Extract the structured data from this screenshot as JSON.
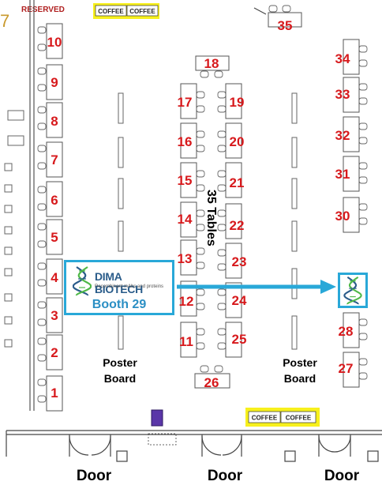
{
  "header": {
    "reserved_label": "RESERVED"
  },
  "coffee_labels_top": [
    "COFFEE",
    "COFFEE"
  ],
  "coffee_labels_bottom": [
    "COFFEE",
    "COFFEE"
  ],
  "tables": {
    "left_column": [
      "10",
      "9",
      "8",
      "7",
      "6",
      "5",
      "4",
      "3",
      "2",
      "1"
    ],
    "center_left_column": [
      "17",
      "16",
      "15",
      "14",
      "13",
      "12",
      "11"
    ],
    "center_right_column": [
      "19",
      "20",
      "21",
      "22",
      "23",
      "24",
      "25"
    ],
    "right_column_top": [
      "34",
      "33",
      "32",
      "31",
      "30"
    ],
    "right_column_bottom": [
      "28",
      "27"
    ],
    "top_center": "18",
    "top_right": "35",
    "bottom_center": "26"
  },
  "tables_count_label": "35 Tables",
  "poster_board": {
    "left": [
      "Poster",
      "Board"
    ],
    "right": [
      "Poster",
      "Board"
    ]
  },
  "doors": [
    "Door",
    "Door",
    "Door"
  ],
  "booth_callout": {
    "brand": "DIMA BIOTECH",
    "tagline": "Recombinant mAbs and proteins",
    "booth": "Booth 29",
    "logo_icon": "dna-helix-icon"
  },
  "colors": {
    "table_number": "#d7191c",
    "highlight": "#29a8d8",
    "coffee_highlight": "#f7f01d",
    "brand": "#2a5c8a"
  }
}
